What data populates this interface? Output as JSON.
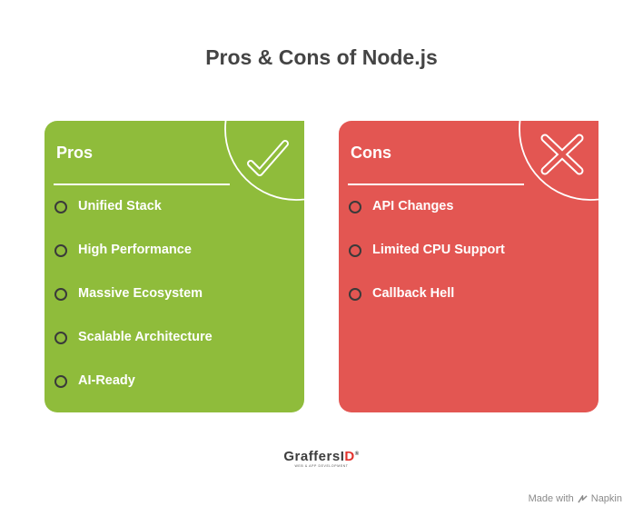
{
  "title": "Pros & Cons of Node.js",
  "colors": {
    "pros_bg": "#8fbc3b",
    "cons_bg": "#e35652",
    "title_text": "#444444",
    "bullet": "#3a3a3a"
  },
  "pros": {
    "heading": "Pros",
    "icon": "checkmark-icon",
    "items": [
      "Unified Stack",
      "High Performance",
      "Massive Ecosystem",
      "Scalable Architecture",
      "AI-Ready"
    ]
  },
  "cons": {
    "heading": "Cons",
    "icon": "cross-icon",
    "items": [
      "API Changes",
      "Limited CPU Support",
      "Callback Hell"
    ]
  },
  "brand": {
    "name_main": "GraffersI",
    "name_accent": "D",
    "registered": "®",
    "tagline": "WEB & APP DEVELOPMENT"
  },
  "footer": {
    "made_with": "Made with",
    "app_name": "Napkin",
    "icon": "napkin-icon"
  }
}
